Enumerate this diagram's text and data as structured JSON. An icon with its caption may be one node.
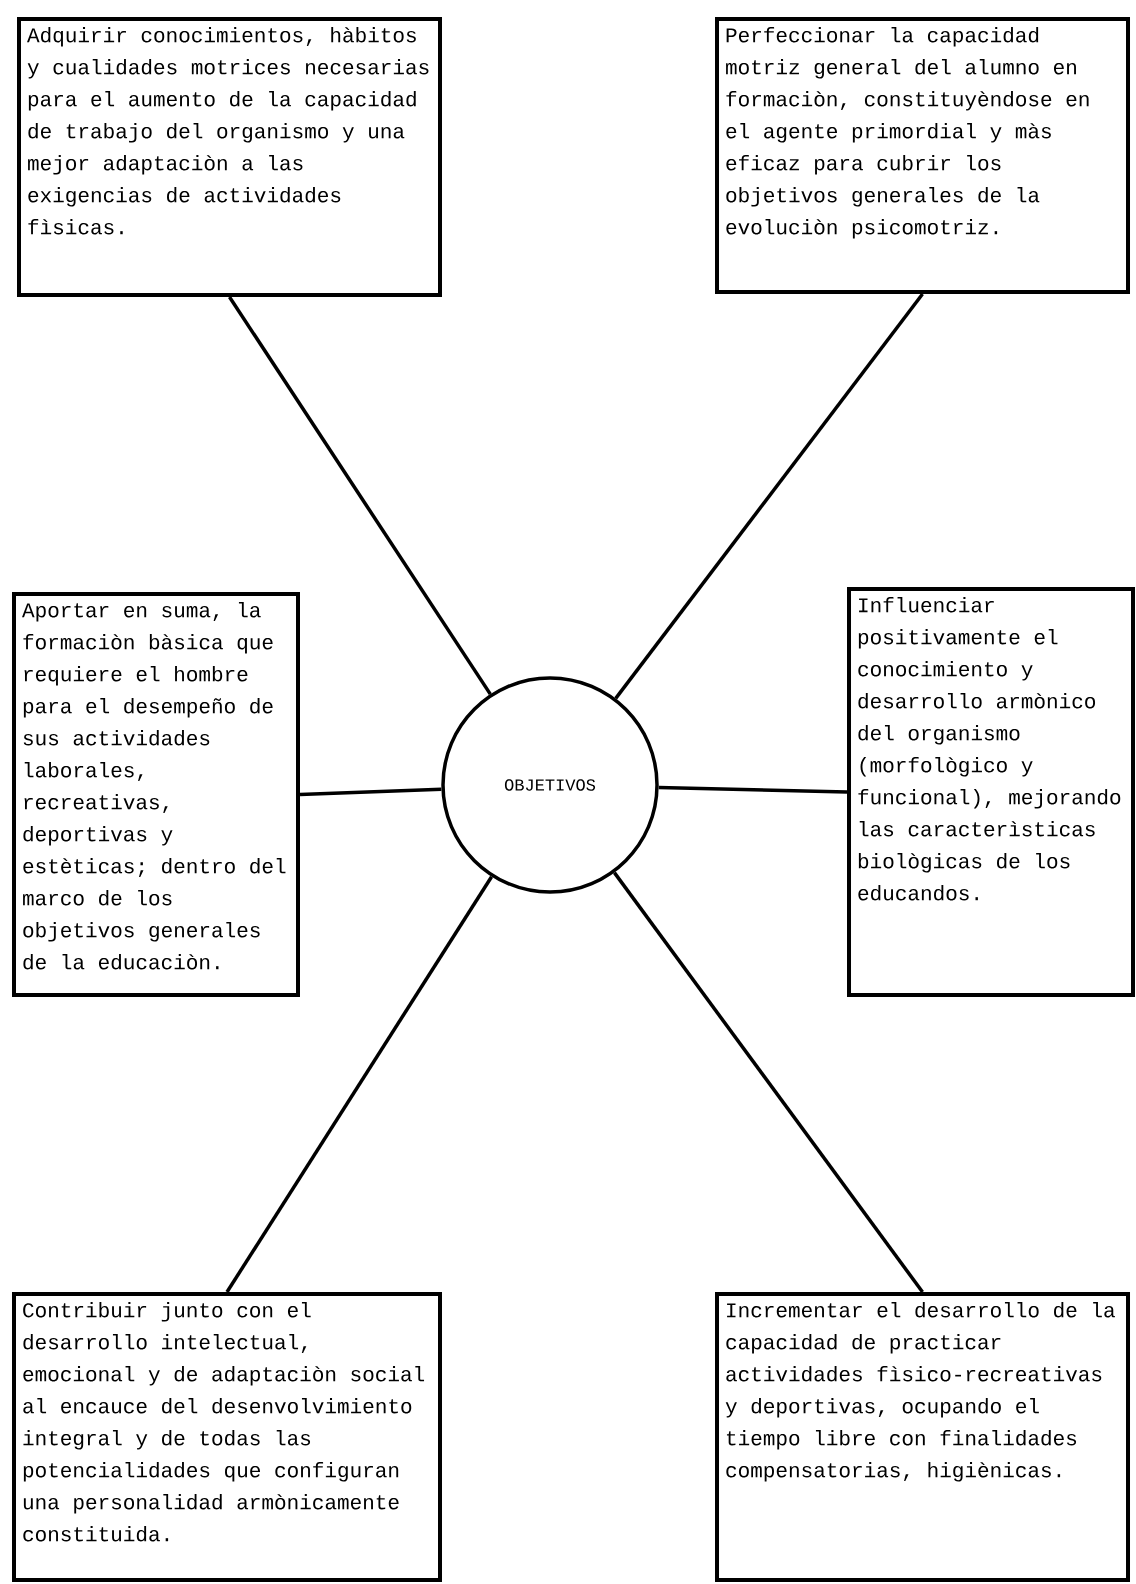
{
  "diagram": {
    "nodes": [
      {
        "text": [
          "Adquirir conocimientos, hàbitos y cualidades motrices necesarias para el aumento de la capacidad de trabajo del organismo y una mejor adaptaciòn a las exigencias de actividades fìsicas."
        ]
      },
      {
        "text": [
          "Perfeccionar la capacidad motriz general del alumno en formaciòn, constituyèndose en el agente primordial y màs eficaz para cubrir los objetivos generales de la evoluciòn psicomotriz."
        ]
      },
      {
        "text": [
          "Aportar en suma, la formaciòn bàsica que requiere el hombre para el desempeño de sus actividades laborales, recreativas, deportivas y estèticas; dentro del marco de los objetivos generales de la educaciòn."
        ]
      },
      {
        "text": [
          "OBJETIVOS"
        ]
      },
      {
        "text": [
          "Influenciar positivamente el conocimiento y desarrollo armònico del organismo (morfològico y funcional), mejorando las caracterìsticas biològicas de los educandos."
        ]
      },
      {
        "text": [
          "Contribuir junto con el desarrollo intelectual, emocional y de adaptaciòn social al encauce del desenvolvimiento integral y de todas las potencialidades que configuran una personalidad armònicamente constituida."
        ]
      },
      {
        "text": [
          "Incrementar el desarrollo de la capacidad de practicar actividades fìsico-recreativas y deportivas, ocupando el tiempo libre con finalidades compensatorias, higiènicas."
        ]
      }
    ],
    "edges": [
      {
        "from": 3,
        "to": 0,
        "arrow": "none"
      },
      {
        "from": 3,
        "to": 1,
        "arrow": "none"
      },
      {
        "from": 3,
        "to": 2,
        "arrow": "none"
      },
      {
        "from": 3,
        "to": 4,
        "arrow": "none"
      },
      {
        "from": 3,
        "to": 5,
        "arrow": "none"
      },
      {
        "from": 3,
        "to": 6,
        "arrow": "none"
      }
    ]
  }
}
